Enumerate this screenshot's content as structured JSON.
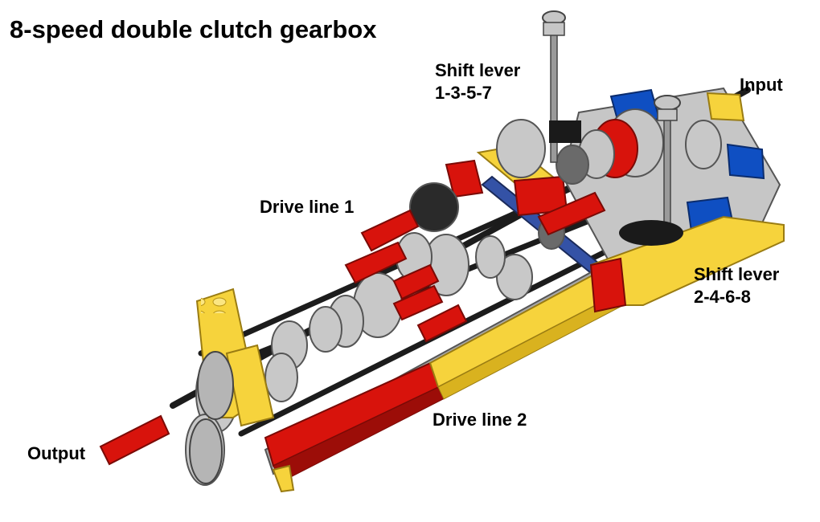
{
  "title": "8-speed double clutch gearbox",
  "labels": {
    "shift_lever_odd": "Shift lever\n1-3-5-7",
    "input": "Input",
    "drive_line_1": "Drive line 1",
    "shift_lever_even": "Shift lever\n2-4-6-8",
    "drive_line_2": "Drive line 2",
    "output": "Output"
  },
  "colors": {
    "yellow": "#f6d33c",
    "red": "#d8130c",
    "blue": "#0f4fc2",
    "light_gray": "#c6c6c6",
    "dark_gray": "#6a6a6a",
    "black": "#1a1a1a"
  }
}
